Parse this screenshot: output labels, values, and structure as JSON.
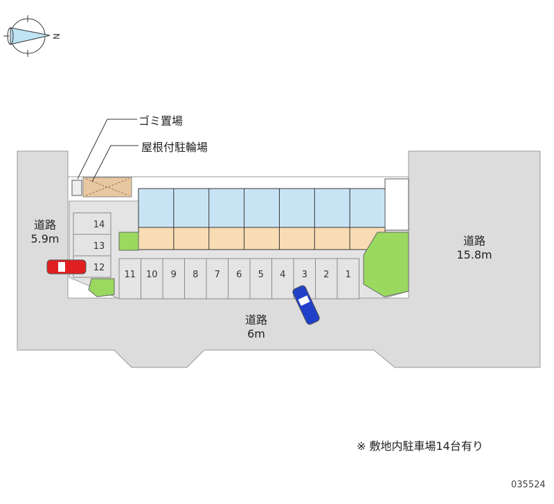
{
  "compass": {
    "north_label": "N"
  },
  "labels": {
    "garbage": "ゴミ置場",
    "bicycle": "屋根付駐輪場",
    "road_left_name": "道路",
    "road_left_width": "5.9m",
    "road_right_name": "道路",
    "road_right_width": "15.8m",
    "road_bottom_name": "道路",
    "road_bottom_width": "6m"
  },
  "parking": {
    "row_spaces": [
      "11",
      "10",
      "9",
      "8",
      "7",
      "6",
      "5",
      "4",
      "3",
      "2",
      "1"
    ],
    "side_spaces": [
      "14",
      "13",
      "12"
    ]
  },
  "note": "※ 敷地内駐車場14台有り",
  "code": "035524",
  "colors": {
    "road": "#dcdcdc",
    "building": "#f8dcb4",
    "green": "#9ad860",
    "car_red": "#e02020",
    "car_blue": "#2040c8"
  }
}
